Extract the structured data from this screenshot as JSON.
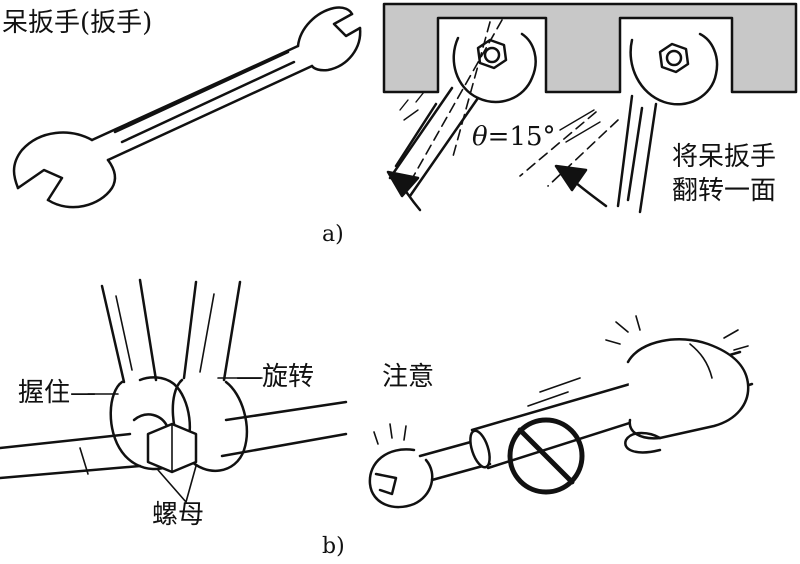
{
  "panel_a": {
    "title": "呆扳手(扳手)",
    "angle_symbol": "θ",
    "angle_value": "=15°",
    "flip_line1": "将呆扳手",
    "flip_line2": "翻转一面",
    "caption": "a)"
  },
  "panel_b": {
    "grip_label": "握住—",
    "rotate_label": "—旋转",
    "nut_label": "螺母",
    "caution_label": "注意",
    "caption": "b)"
  }
}
